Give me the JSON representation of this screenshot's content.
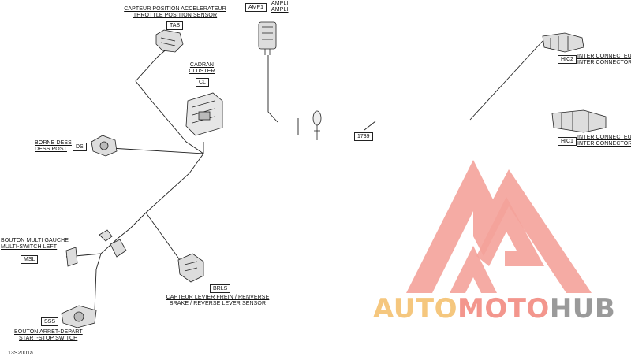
{
  "labels": {
    "tas_fr": "CAPTEUR POSITION ACCELERATEUR",
    "tas_en": "THROTTLE POSITION SENSOR",
    "amp_fr": "AMPLI",
    "amp_en": "AMPLI",
    "cl_fr": "CADRAN",
    "cl_en": "CLUSTER",
    "ds_fr": "BORNE DESS",
    "ds_en": "DESS POST",
    "msl_fr": "BOUTON MULTI GAUCHE",
    "msl_en": "MULTI-SWITCH LEFT",
    "sss_fr": "BOUTON ARRET-DEPART",
    "sss_en": "START-STOP SWITCH",
    "brls_fr": "CAPTEUR LEVIER FREIN / RENVERSE",
    "brls_en": "BRAKE / REVERSE LEVER SENSOR",
    "hic2_fr": "INTER CONNECTEUR",
    "hic2_en": "INTER CONNECTOR",
    "hic1_fr": "INTER CONNECTEUR",
    "hic1_en": "INTER CONNECTOR"
  },
  "codes": {
    "tas": "TAS",
    "amp": "AMP1",
    "cl": "CL",
    "ds": "DS",
    "msl": "MSL",
    "sss": "SSS",
    "brls": "BRLS",
    "hic2": "HIC2",
    "hic1": "HIC1",
    "part": "1739"
  },
  "figure_id": "13S2001a",
  "watermark": {
    "part1": "AUTO",
    "part2": "MOTO",
    "part3": "HUB",
    "color_yellow": "#f5c77e",
    "color_red": "#f3968d",
    "color_gray": "#9a9a9a"
  }
}
